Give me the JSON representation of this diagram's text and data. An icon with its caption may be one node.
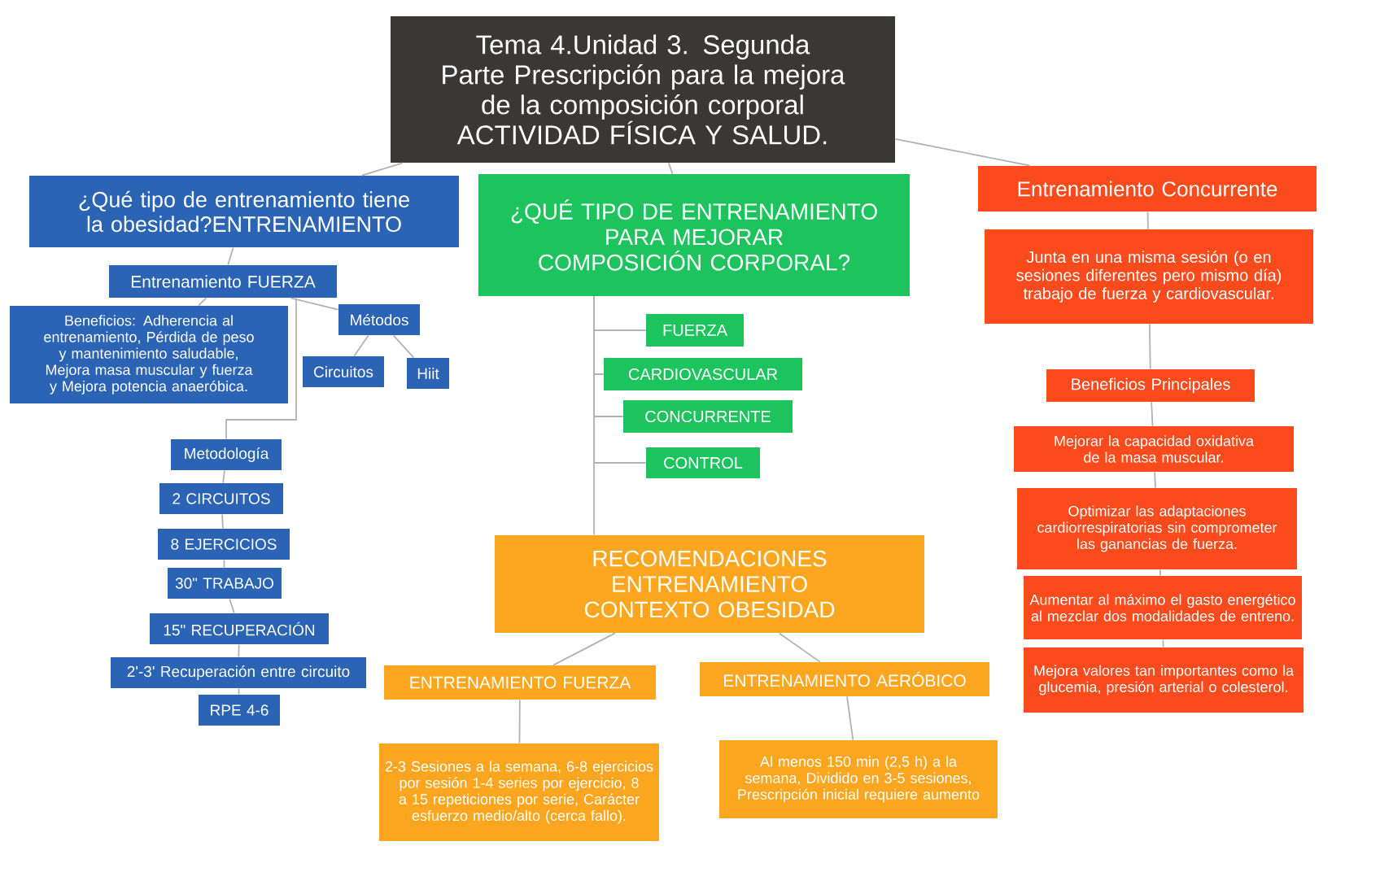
{
  "diagram": {
    "nodes": [
      {
        "text": [
          "Tema 4.Unidad 3. Segunda Parte Prescripción para la mejora de la composición corporal ACTIVIDAD FÍSICA Y SALUD."
        ]
      },
      {
        "text": [
          "¿Qué tipo de entrenamiento tiene la obesidad?ENTRENAMIENTO"
        ]
      },
      {
        "text": [
          "Entrenamiento FUERZA"
        ]
      },
      {
        "text": [
          "Beneficios: Adherencia al entrenamiento, Pérdida de peso y mantenimiento saludable, Mejora masa muscular y fuerza y Mejora potencia anaeróbica."
        ]
      },
      {
        "text": [
          "Métodos"
        ]
      },
      {
        "text": [
          "Circuitos"
        ]
      },
      {
        "text": [
          "Hiit"
        ]
      },
      {
        "text": [
          "Metodología"
        ]
      },
      {
        "text": [
          "2 CIRCUITOS"
        ]
      },
      {
        "text": [
          "8 EJERCICIOS"
        ]
      },
      {
        "text": [
          "30\" TRABAJO"
        ]
      },
      {
        "text": [
          "15\" RECUPERACIÓN"
        ]
      },
      {
        "text": [
          "2'-3' Recuperación entre circuito"
        ]
      },
      {
        "text": [
          "RPE 4-6"
        ]
      },
      {
        "text": [
          "¿QUÉ TIPO DE ENTRENAMIENTO PARA MEJORAR COMPOSICIÓN CORPORAL?"
        ]
      },
      {
        "text": [
          "FUERZA"
        ]
      },
      {
        "text": [
          "CARDIOVASCULAR"
        ]
      },
      {
        "text": [
          "CONCURRENTE"
        ]
      },
      {
        "text": [
          "CONTROL"
        ]
      },
      {
        "text": [
          "RECOMENDACIONES ENTRENAMIENTO CONTEXTO OBESIDAD"
        ]
      },
      {
        "text": [
          "ENTRENAMIENTO FUERZA"
        ]
      },
      {
        "text": [
          "ENTRENAMIENTO AERÓBICO"
        ]
      },
      {
        "text": [
          "2-3 Sesiones a la semana, 6-8 ejercicios por sesión 1-4 series por ejercicio, 8 a 15 repeticiones por serie, Carácter esfuerzo medio/alto (cerca fallo)."
        ]
      },
      {
        "text": [
          "Al menos 150 min (2,5 h) a la semana, Dividido en 3-5 sesiones, Prescripción inicial requiere aumento"
        ]
      },
      {
        "text": [
          "Entrenamiento Concurrente"
        ]
      },
      {
        "text": [
          "Junta en una misma sesión (o en sesiones diferentes pero mismo día) trabajo de fuerza y cardiovascular."
        ]
      },
      {
        "text": [
          "Beneficios Principales"
        ]
      },
      {
        "text": [
          "Mejorar la capacidad oxidativa de la masa muscular."
        ]
      },
      {
        "text": [
          "Optimizar las adaptaciones cardiorrespiratorias sin comprometer las ganancias de fuerza."
        ]
      },
      {
        "text": [
          "Aumentar al máximo el gasto energético al mezclar dos modalidades de entreno."
        ]
      },
      {
        "text": [
          "Mejora valores tan importantes como la glucemia, presión arterial o colesterol."
        ]
      }
    ],
    "edges": [
      {
        "from": 0,
        "to": 1,
        "arrow": "none"
      },
      {
        "from": 0,
        "to": 14,
        "arrow": "none"
      },
      {
        "from": 0,
        "to": 24,
        "arrow": "none"
      },
      {
        "from": 1,
        "to": 2,
        "arrow": "none"
      },
      {
        "from": 2,
        "to": 3,
        "arrow": "none"
      },
      {
        "from": 2,
        "to": 4,
        "arrow": "none"
      },
      {
        "from": 4,
        "to": 5,
        "arrow": "none"
      },
      {
        "from": 4,
        "to": 6,
        "arrow": "none"
      },
      {
        "from": 2,
        "to": 7,
        "arrow": "none"
      },
      {
        "from": 7,
        "to": 8,
        "arrow": "none"
      },
      {
        "from": 8,
        "to": 9,
        "arrow": "none"
      },
      {
        "from": 9,
        "to": 10,
        "arrow": "none"
      },
      {
        "from": 10,
        "to": 11,
        "arrow": "none"
      },
      {
        "from": 11,
        "to": 12,
        "arrow": "none"
      },
      {
        "from": 12,
        "to": 13,
        "arrow": "none"
      },
      {
        "from": 14,
        "to": 15,
        "arrow": "none"
      },
      {
        "from": 14,
        "to": 16,
        "arrow": "none"
      },
      {
        "from": 14,
        "to": 17,
        "arrow": "none"
      },
      {
        "from": 14,
        "to": 18,
        "arrow": "none"
      },
      {
        "from": 14,
        "to": 19,
        "arrow": "none"
      },
      {
        "from": 19,
        "to": 20,
        "arrow": "none"
      },
      {
        "from": 19,
        "to": 21,
        "arrow": "none"
      },
      {
        "from": 20,
        "to": 22,
        "arrow": "none"
      },
      {
        "from": 21,
        "to": 23,
        "arrow": "none"
      },
      {
        "from": 24,
        "to": 25,
        "arrow": "none"
      },
      {
        "from": 25,
        "to": 26,
        "arrow": "none"
      },
      {
        "from": 26,
        "to": 27,
        "arrow": "none"
      },
      {
        "from": 27,
        "to": 28,
        "arrow": "none"
      },
      {
        "from": 28,
        "to": 29,
        "arrow": "none"
      },
      {
        "from": 29,
        "to": 30,
        "arrow": "none"
      }
    ]
  }
}
